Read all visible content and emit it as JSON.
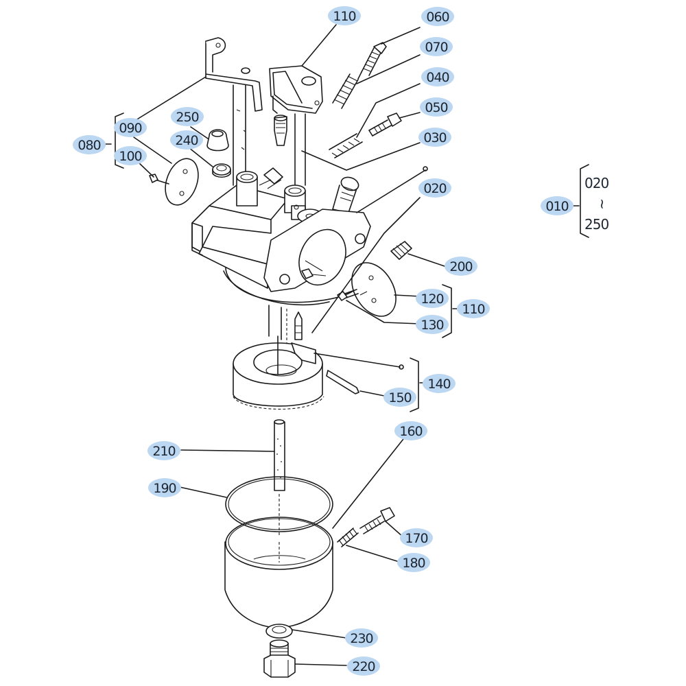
{
  "diagram": {
    "type": "exploded-parts-diagram",
    "subject": "carburetor assembly",
    "callouts": [
      {
        "id": "c110a",
        "label": "110"
      },
      {
        "id": "c060",
        "label": "060"
      },
      {
        "id": "c070",
        "label": "070"
      },
      {
        "id": "c040",
        "label": "040"
      },
      {
        "id": "c050",
        "label": "050"
      },
      {
        "id": "c030",
        "label": "030"
      },
      {
        "id": "c090",
        "label": "090"
      },
      {
        "id": "c080",
        "label": "080"
      },
      {
        "id": "c100",
        "label": "100"
      },
      {
        "id": "c250",
        "label": "250"
      },
      {
        "id": "c240",
        "label": "240"
      },
      {
        "id": "c020",
        "label": "020"
      },
      {
        "id": "c010",
        "label": "010"
      },
      {
        "id": "c200",
        "label": "200"
      },
      {
        "id": "c120",
        "label": "120"
      },
      {
        "id": "c110b",
        "label": "110"
      },
      {
        "id": "c130",
        "label": "130"
      },
      {
        "id": "c140",
        "label": "140"
      },
      {
        "id": "c150",
        "label": "150"
      },
      {
        "id": "c160",
        "label": "160"
      },
      {
        "id": "c210",
        "label": "210"
      },
      {
        "id": "c190",
        "label": "190"
      },
      {
        "id": "c170",
        "label": "170"
      },
      {
        "id": "c180",
        "label": "180"
      },
      {
        "id": "c230",
        "label": "230"
      },
      {
        "id": "c220",
        "label": "220"
      }
    ],
    "range_note": {
      "from": "020",
      "tilde": "~",
      "to": "250"
    },
    "groups": [
      {
        "parent": "080",
        "members": [
          "090",
          "100"
        ]
      },
      {
        "parent": "110",
        "members": [
          "120",
          "130"
        ]
      },
      {
        "parent": "140",
        "members": [
          "150"
        ]
      },
      {
        "parent": "010",
        "members": [
          "020",
          "250"
        ]
      }
    ],
    "colors": {
      "callout_highlight": "#bcd7f2",
      "line": "#1a1a1a",
      "text": "#1c2530"
    }
  }
}
